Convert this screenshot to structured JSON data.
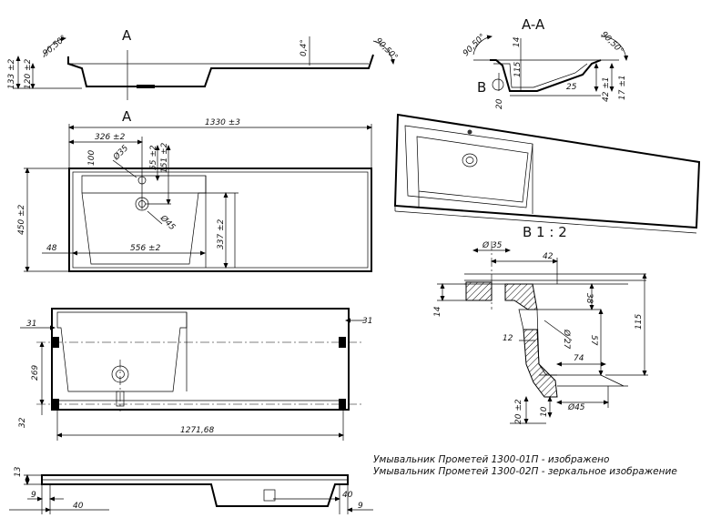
{
  "section_label": "A-A",
  "cut_label_top": "A",
  "cut_label_bottom": "A",
  "view_b_label": "B",
  "view_b_scale": "B 1 : 2",
  "side_view": {
    "angle_left": "90,50°",
    "angle_right": "90,50°",
    "slope": "0,4°",
    "height_total": "133 ±2",
    "height_bowl": "120 ±2"
  },
  "section_view": {
    "angle_left": "90,50°",
    "angle_right": "90,50°",
    "d14": "14",
    "d115": "115",
    "d20": "20",
    "d25": "25",
    "d42": "42 ±1",
    "d17": "17 ±1"
  },
  "top_view": {
    "length": "1330 ±3",
    "offset": "326 ±2",
    "d100": "100",
    "hole": "Ø35",
    "d55": "55 ±2",
    "d151": "151 ±2",
    "width": "450 ±2",
    "drain": "Ø45",
    "d337": "337 ±2",
    "d48": "48",
    "bowl_length": "556 ±2"
  },
  "bottom_view": {
    "d31_left": "31",
    "d31_right": "31",
    "d269": "269",
    "d32": "32",
    "d1271": "1271,68"
  },
  "detail_b": {
    "d35": "Ø 35",
    "d42": "42",
    "d14": "14",
    "d38": "38",
    "d12": "12",
    "d27": "Ø 27",
    "d57": "57",
    "d74": "74",
    "d115": "115",
    "d20": "20 ±2",
    "d10": "10",
    "d45": "Ø45"
  },
  "front_view": {
    "d13": "13",
    "d9_left": "9",
    "d40_left": "40",
    "d40_right": "40",
    "d9_right": "9"
  },
  "caption": {
    "line1": "Умывальник Прометей 1300-01П - изображено",
    "line2": "Умывальник Прометей 1300-02П - зеркальное изображение"
  }
}
